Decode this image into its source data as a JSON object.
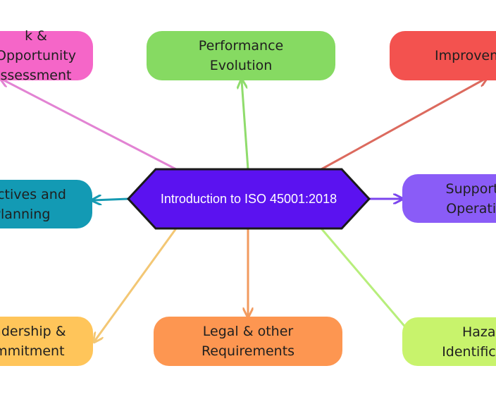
{
  "center": {
    "title": "Introduction to ISO 45001:2018",
    "fill": "#5b12f0",
    "stroke": "#1a1a1a"
  },
  "nodes": {
    "risk": {
      "label": "k & Opportunity\nssessment",
      "color": "#f566c8"
    },
    "perf": {
      "label": "Performance\nEvolution",
      "color": "#86da62"
    },
    "improve": {
      "label": "Improvement",
      "color": "#f3524f"
    },
    "obj": {
      "label": "bjectives and\nPlanning",
      "color": "#139ab4"
    },
    "support": {
      "label": "Support & Operation",
      "color": "#8a5cf7"
    },
    "lead": {
      "label": "eadership &\nommitment",
      "color": "#ffc55a"
    },
    "legal": {
      "label": "Legal & other\nRequirements",
      "color": "#fd9651"
    },
    "hazard": {
      "label": "Hazard Identification",
      "color": "#c8f36c"
    }
  },
  "link_colors": {
    "risk": "#e283d3",
    "perf": "#8fdc6c",
    "improve": "#dc6a5e",
    "obj": "#169ab2",
    "support": "#7b45ee",
    "lead": "#f3c774",
    "legal": "#f29a5e",
    "hazard": "#b7ee7b"
  }
}
